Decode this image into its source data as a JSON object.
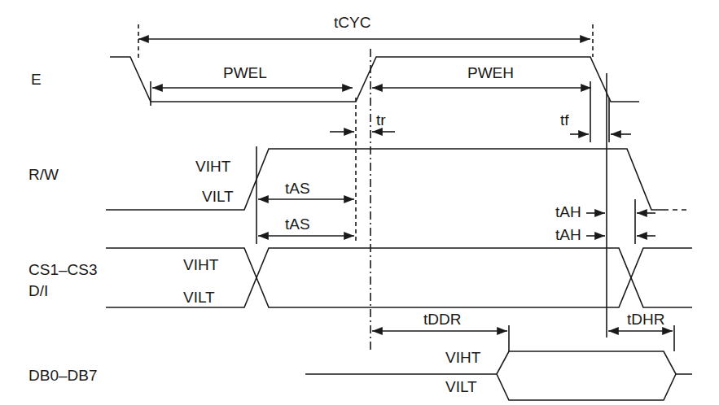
{
  "diagram": {
    "labels": [
      "tCYC",
      "E",
      "PWEL",
      "PWEH",
      "tr",
      "tf",
      "R/W",
      "VIHT",
      "VILT",
      "tAS",
      "tAS",
      "tAH",
      "tAH",
      "CS1–CS3",
      "D/I",
      "VIHT",
      "VILT",
      "tDDR",
      "tDHR",
      "DB0–DB7",
      "VIHT",
      "VILT"
    ]
  }
}
